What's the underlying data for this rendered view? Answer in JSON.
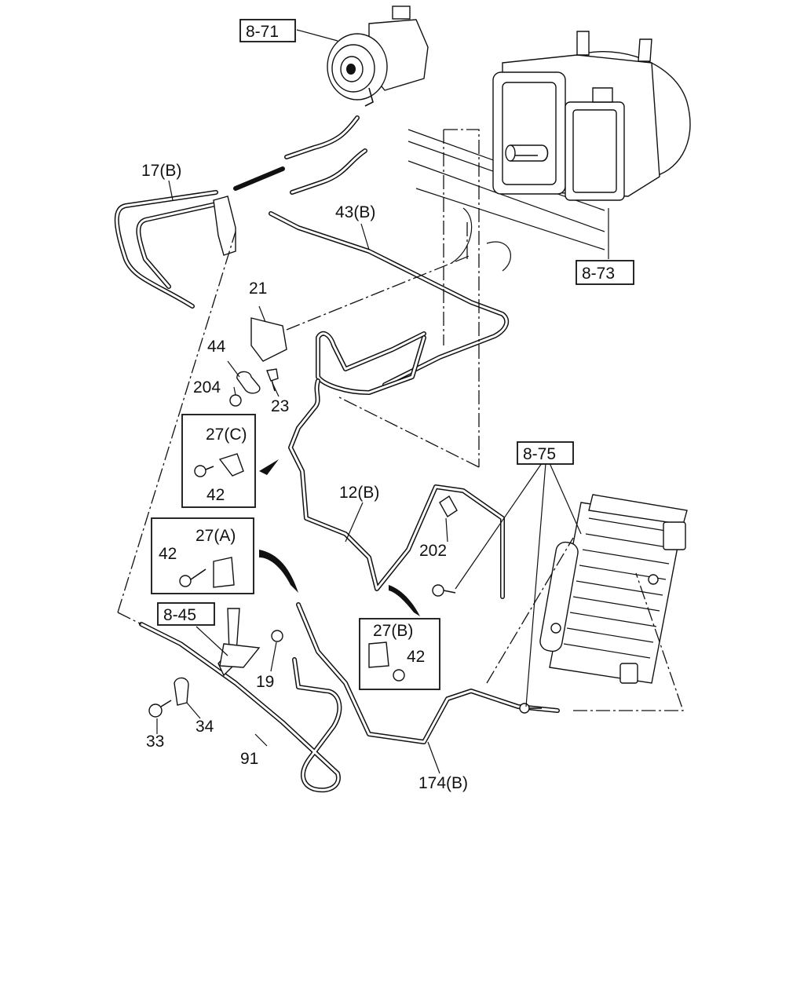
{
  "diagram": {
    "ref_boxes": {
      "compressor": "8-71",
      "heater_unit": "8-73",
      "condenser": "8-75",
      "bracket": "8-45"
    },
    "callouts": {
      "hose_17b": "17(B)",
      "pipe_43b": "43(B)",
      "clip_21": "21",
      "clamp_44": "44",
      "nut_204": "204",
      "bolt_23": "23",
      "clamp_27c": "27(C)",
      "bolt_42_c": "42",
      "pipe_12b": "12(B)",
      "switch_202": "202",
      "clamp_27a": "27(A)",
      "bolt_42_a": "42",
      "clamp_27b": "27(B)",
      "bolt_42_b": "42",
      "nut_19": "19",
      "bolt_33": "33",
      "clamp_34": "34",
      "pipe_91": "91",
      "pipe_174b": "174(B)"
    }
  }
}
